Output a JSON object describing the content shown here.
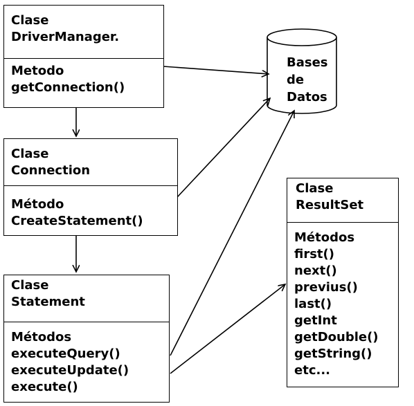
{
  "driver_manager": {
    "title": [
      "Clase",
      "DriverManager."
    ],
    "methods": [
      "Metodo",
      "getConnection()"
    ]
  },
  "connection": {
    "title": [
      "Clase",
      "Connection"
    ],
    "methods": [
      "Método",
      "CreateStatement()"
    ]
  },
  "statement": {
    "title": [
      "Clase",
      "Statement"
    ],
    "methods": [
      "Métodos",
      "executeQuery()",
      "executeUpdate()",
      "execute()"
    ]
  },
  "result_set": {
    "title": [
      "Clase",
      "ResultSet"
    ],
    "methods": [
      "Métodos",
      "first()",
      "next()",
      "previus()",
      "last()",
      "getInt",
      "getDouble()",
      "getString()",
      "etc..."
    ]
  },
  "database": {
    "label": [
      "Bases",
      "de",
      "Datos"
    ]
  },
  "colors": {
    "stroke": "#000000",
    "fill": "#ffffff"
  }
}
